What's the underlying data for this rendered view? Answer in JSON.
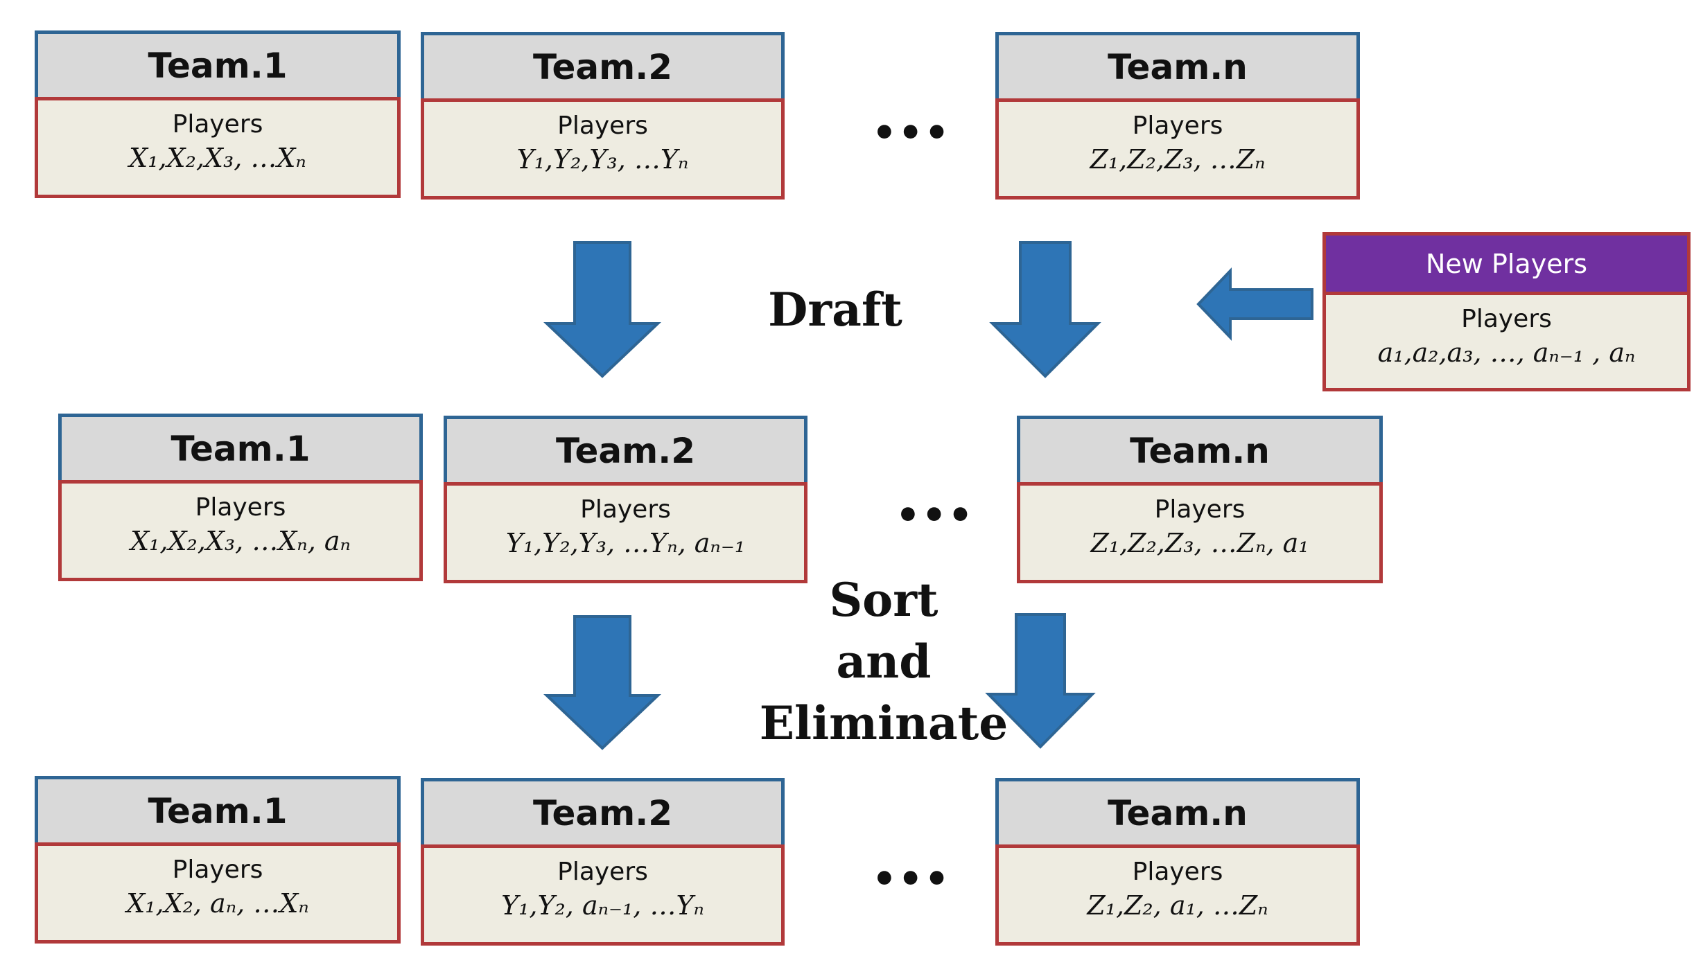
{
  "row1": {
    "team1": {
      "title": "Team.1",
      "players_label": "Players",
      "players": "X₁,X₂,X₃, …Xₙ"
    },
    "team2": {
      "title": "Team.2",
      "players_label": "Players",
      "players": "Y₁,Y₂,Y₃, …Yₙ"
    },
    "teamn": {
      "title": "Team.n",
      "players_label": "Players",
      "players": "Z₁,Z₂,Z₃, …Zₙ"
    },
    "dots": "•••"
  },
  "new_players": {
    "title": "New Players",
    "players_label": "Players",
    "players": "a₁,a₂,a₃, …, aₙ₋₁ , aₙ"
  },
  "draft_label": "Draft",
  "row2": {
    "team1": {
      "title": "Team.1",
      "players_label": "Players",
      "players": "X₁,X₂,X₃, …Xₙ, aₙ"
    },
    "team2": {
      "title": "Team.2",
      "players_label": "Players",
      "players": "Y₁,Y₂,Y₃, …Yₙ, aₙ₋₁"
    },
    "teamn": {
      "title": "Team.n",
      "players_label": "Players",
      "players": "Z₁,Z₂,Z₃, …Zₙ, a₁"
    },
    "dots": "•••"
  },
  "sort_label": {
    "line1": "Sort",
    "line2": "and",
    "line3": "Eliminate"
  },
  "row3": {
    "team1": {
      "title": "Team.1",
      "players_label": "Players",
      "players": "X₁,X₂, aₙ, …Xₙ"
    },
    "team2": {
      "title": "Team.2",
      "players_label": "Players",
      "players": "Y₁,Y₂, aₙ₋₁, …Yₙ"
    },
    "teamn": {
      "title": "Team.n",
      "players_label": "Players",
      "players": "Z₁,Z₂, a₁, …Zₙ"
    },
    "dots": "•••"
  },
  "colors": {
    "arrow": "#2e75b6",
    "arrow_border": "#2e6594",
    "header_gray": "#d9d9d9",
    "body_beige": "#eeece1",
    "new_players_purple": "#7030a0",
    "border_red": "#b1393a"
  }
}
